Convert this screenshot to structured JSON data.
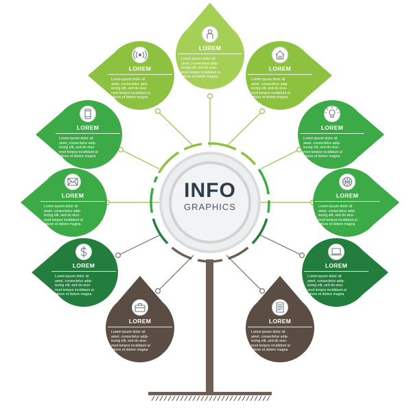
{
  "center": {
    "title": "INFO",
    "subtitle": "GRAPHICS"
  },
  "body_text": "Lorem ipsum dolor sit\namet, consectetur adip-\niscing elit, sed do eius-\nmod tempor incididunt ut\nlabore et dolore magna",
  "colors": {
    "light": "#a6cf56",
    "lime": "#8cc23f",
    "green": "#3caa46",
    "dark_green": "#237d3c",
    "brown": "#5b4d43",
    "trunk": "#6e5f54",
    "line": "#8cc23f",
    "ring": "#e6e8ea"
  },
  "cards": [
    {
      "id": "top",
      "label": "LOREM",
      "icon": "person-icon"
    },
    {
      "id": "upper-left",
      "label": "LOREM",
      "icon": "signal-icon"
    },
    {
      "id": "upper-right",
      "label": "LOREM",
      "icon": "home-icon"
    },
    {
      "id": "left-2",
      "label": "LOREM",
      "icon": "phone-icon"
    },
    {
      "id": "right-2",
      "label": "LOREM",
      "icon": "lightbulb-icon"
    },
    {
      "id": "left-3",
      "label": "LOREM",
      "icon": "mail-icon"
    },
    {
      "id": "right-3",
      "label": "LOREM",
      "icon": "globe-icon"
    },
    {
      "id": "left-4",
      "label": "LOREM",
      "icon": "dollar-icon"
    },
    {
      "id": "right-4",
      "label": "LOREM",
      "icon": "laptop-icon"
    },
    {
      "id": "bottom-left",
      "label": "LOREM",
      "icon": "briefcase-icon"
    },
    {
      "id": "bottom-right",
      "label": "LOREM",
      "icon": "document-icon"
    }
  ]
}
